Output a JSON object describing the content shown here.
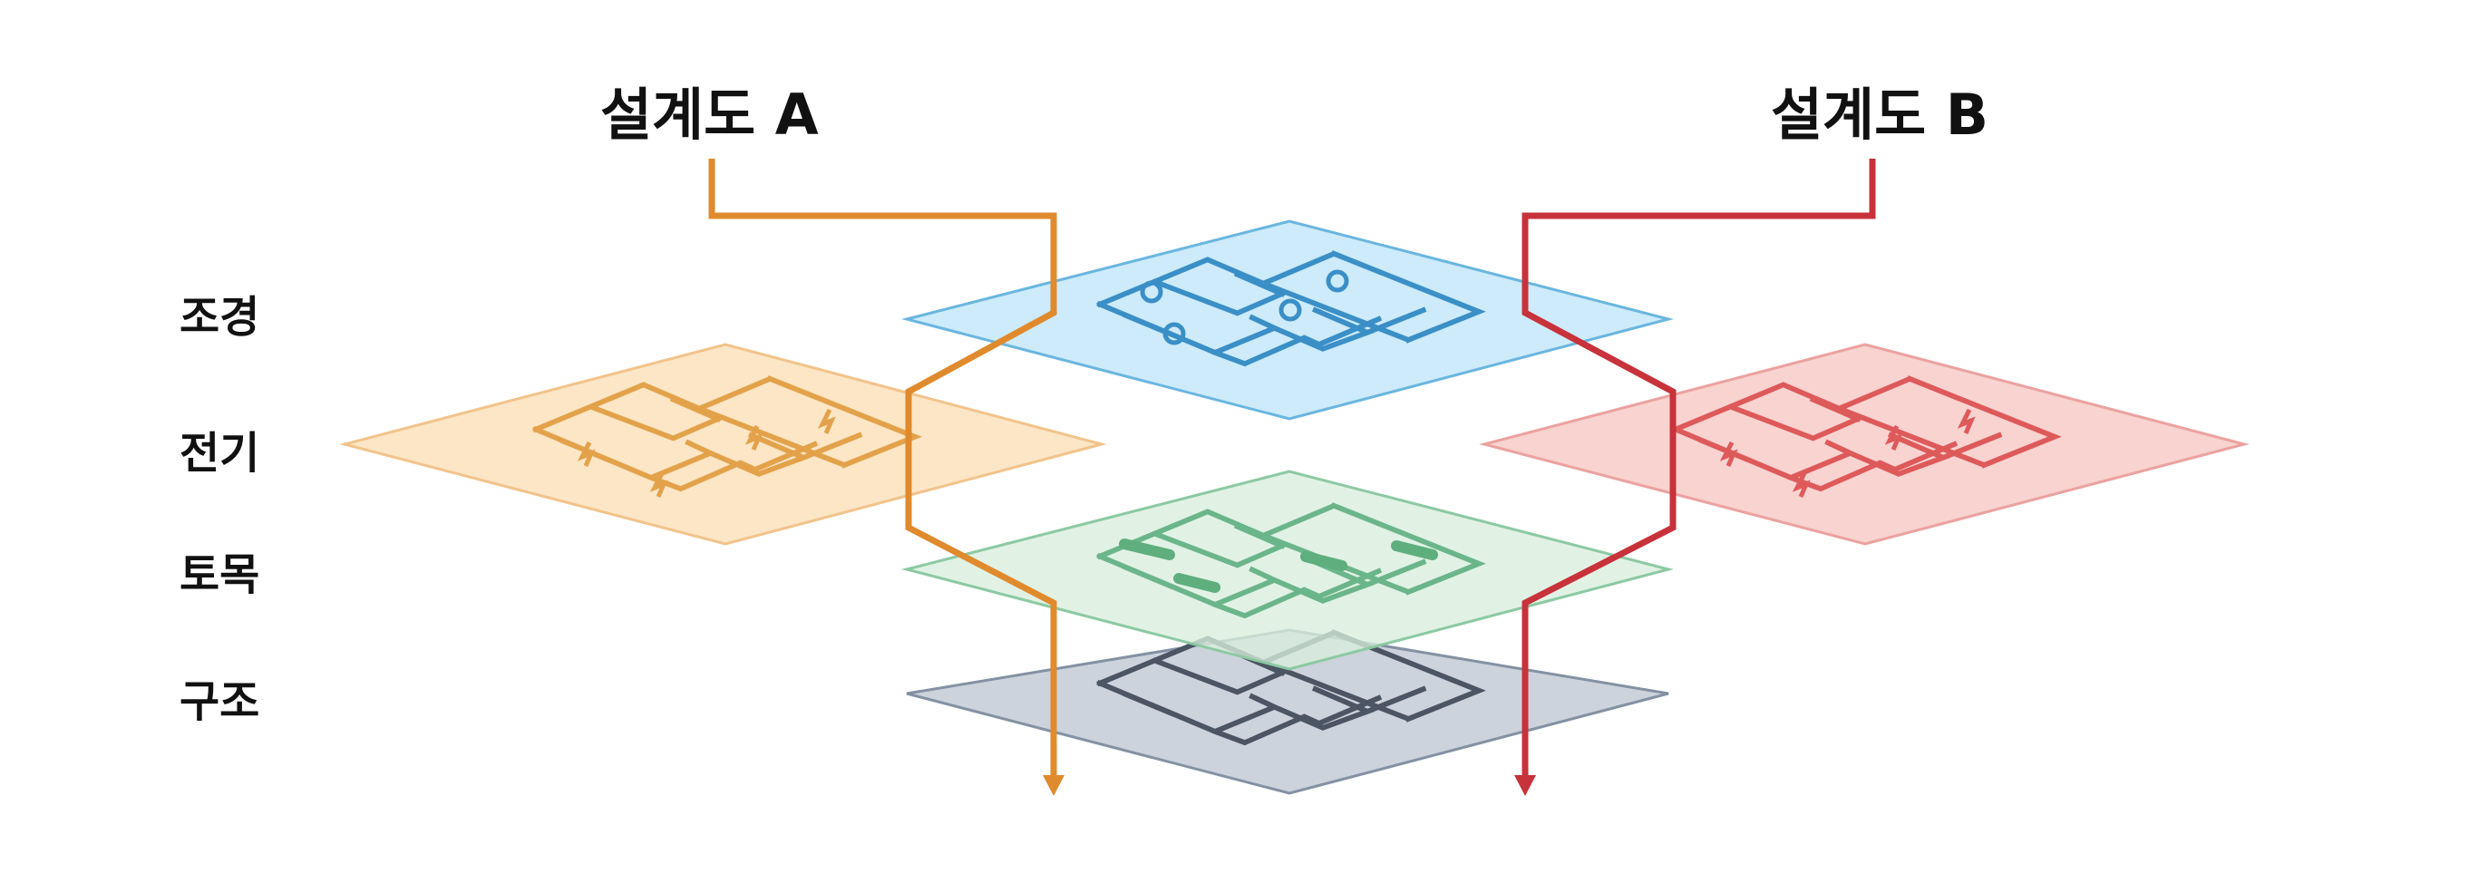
{
  "titles": {
    "design_a": "설계도 A",
    "design_b": "설계도 B"
  },
  "layers": [
    {
      "key": "landscape",
      "label": "조경"
    },
    {
      "key": "electrical",
      "label": "전기"
    },
    {
      "key": "civil",
      "label": "토목"
    },
    {
      "key": "structure",
      "label": "구조"
    }
  ],
  "colors": {
    "design_a": "#E08A2E",
    "design_b": "#C8323A",
    "landscape": "#3B8FC7",
    "electrical": "#E3A24A",
    "civil": "#6BB58A",
    "structure": "#4B5563",
    "electrical_b": "#DE5A5A"
  }
}
